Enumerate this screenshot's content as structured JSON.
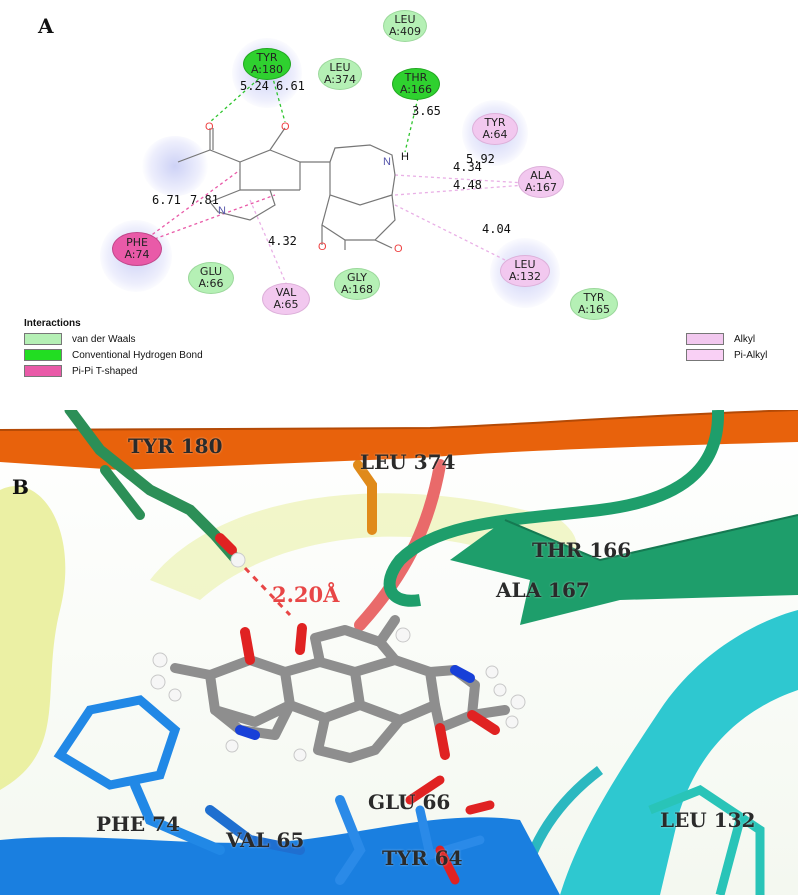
{
  "panel_a": {
    "letter": "A",
    "residues": [
      {
        "id": "leu409",
        "line1": "LEU",
        "line2": "A:409",
        "type": "vdw"
      },
      {
        "id": "tyr180",
        "line1": "TYR",
        "line2": "A:180",
        "type": "hbond"
      },
      {
        "id": "leu374",
        "line1": "LEU",
        "line2": "A:374",
        "type": "vdw"
      },
      {
        "id": "thr166",
        "line1": "THR",
        "line2": "A:166",
        "type": "hbond"
      },
      {
        "id": "tyr64",
        "line1": "TYR",
        "line2": "A:64",
        "type": "alkyl"
      },
      {
        "id": "ala167",
        "line1": "ALA",
        "line2": "A:167",
        "type": "alkyl"
      },
      {
        "id": "phe74",
        "line1": "PHE",
        "line2": "A:74",
        "type": "pipi"
      },
      {
        "id": "glu66",
        "line1": "GLU",
        "line2": "A:66",
        "type": "vdw"
      },
      {
        "id": "val65",
        "line1": "VAL",
        "line2": "A:65",
        "type": "alkyl"
      },
      {
        "id": "gly168",
        "line1": "GLY",
        "line2": "A:168",
        "type": "vdw"
      },
      {
        "id": "leu132",
        "line1": "LEU",
        "line2": "A:132",
        "type": "alkyl"
      },
      {
        "id": "tyr165",
        "line1": "TYR",
        "line2": "A:165",
        "type": "vdw"
      }
    ],
    "distances": {
      "d_524": "5.24",
      "d_661": "6.61",
      "d_365": "3.65",
      "d_592": "5.92",
      "d_434": "4.34",
      "d_448": "4.48",
      "d_671": "6.71",
      "d_781": "7.81",
      "d_432": "4.32",
      "d_404": "4.04"
    },
    "atoms": {
      "n": "N",
      "h": "H",
      "o": "O"
    },
    "legend": {
      "title": "Interactions",
      "items": [
        {
          "label": "van der Waals",
          "color": "#b5f0b5"
        },
        {
          "label": "Conventional Hydrogen Bond",
          "color": "#22dd22"
        },
        {
          "label": "Pi-Pi T-shaped",
          "color": "#e95aa8"
        },
        {
          "label": "Alkyl",
          "color": "#f2c8ef"
        },
        {
          "label": "Pi-Alkyl",
          "color": "#f9d0f5"
        }
      ]
    }
  },
  "panel_b": {
    "letter": "B",
    "labels": {
      "tyr180": "TYR 180",
      "leu374": "LEU 374",
      "thr166": "THR 166",
      "ala167": "ALA 167",
      "phe74": "PHE 74",
      "val65": "VAL 65",
      "glu66": "GLU 66",
      "tyr64": "TYR 64",
      "leu132": "LEU 132"
    },
    "hbond_distance": "2.20Å"
  },
  "colors": {
    "vdw": "#b5f0b5",
    "hbond": "#2fd12f",
    "pipi": "#e95aa8",
    "alkyl": "#f2c8ef",
    "ribbon_orange": "#e8620c",
    "ribbon_green": "#1e9e6b",
    "ribbon_cyan": "#2ec8d0",
    "ribbon_blue": "#1a7fe0",
    "ribbon_yellow": "#e6ec8e",
    "hbond_label": "#e84646"
  }
}
